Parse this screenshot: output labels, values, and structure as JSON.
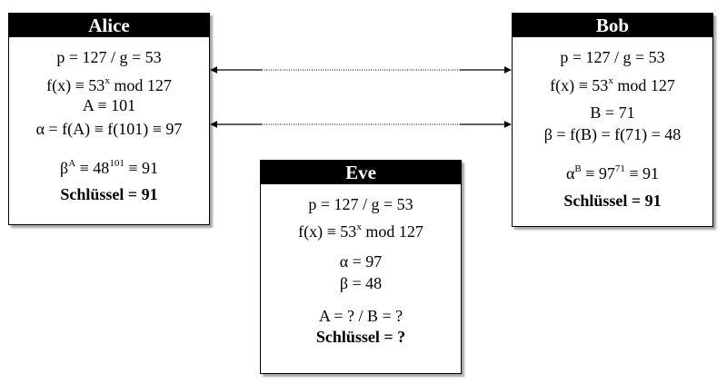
{
  "alice": {
    "title": "Alice",
    "p_g": "p = 127  /  g = 53",
    "f_prefix": "f(x) ≡ 53",
    "f_exp": "x",
    "f_suffix": " mod 127",
    "secret": "A ≡ 101",
    "public": "α = f(A) ≡ f(101) ≡ 97",
    "key_base": "β",
    "key_base_exp": "A",
    "key_mid": " ≡ 48",
    "key_mid_exp": "101",
    "key_result": " ≡ 91",
    "key": "Schlüssel = 91"
  },
  "bob": {
    "title": "Bob",
    "p_g": "p = 127  /  g = 53",
    "f_prefix": "f(x) ≡ 53",
    "f_exp": "x",
    "f_suffix": " mod 127",
    "secret": "B = 71",
    "public": "β = f(B) = f(71) = 48",
    "key_base": "α",
    "key_base_exp": "B",
    "key_mid": " ≡ 97",
    "key_mid_exp": "71",
    "key_result": " ≡ 91",
    "key": "Schlüssel = 91"
  },
  "eve": {
    "title": "Eve",
    "p_g": "p = 127  /  g = 53",
    "f_prefix": "f(x) ≡ 53",
    "f_exp": "x",
    "f_suffix": " mod 127",
    "alpha": "α = 97",
    "beta": "β = 48",
    "unknowns": "A = ?  /  B = ?",
    "key": "Schlüssel = ?"
  }
}
